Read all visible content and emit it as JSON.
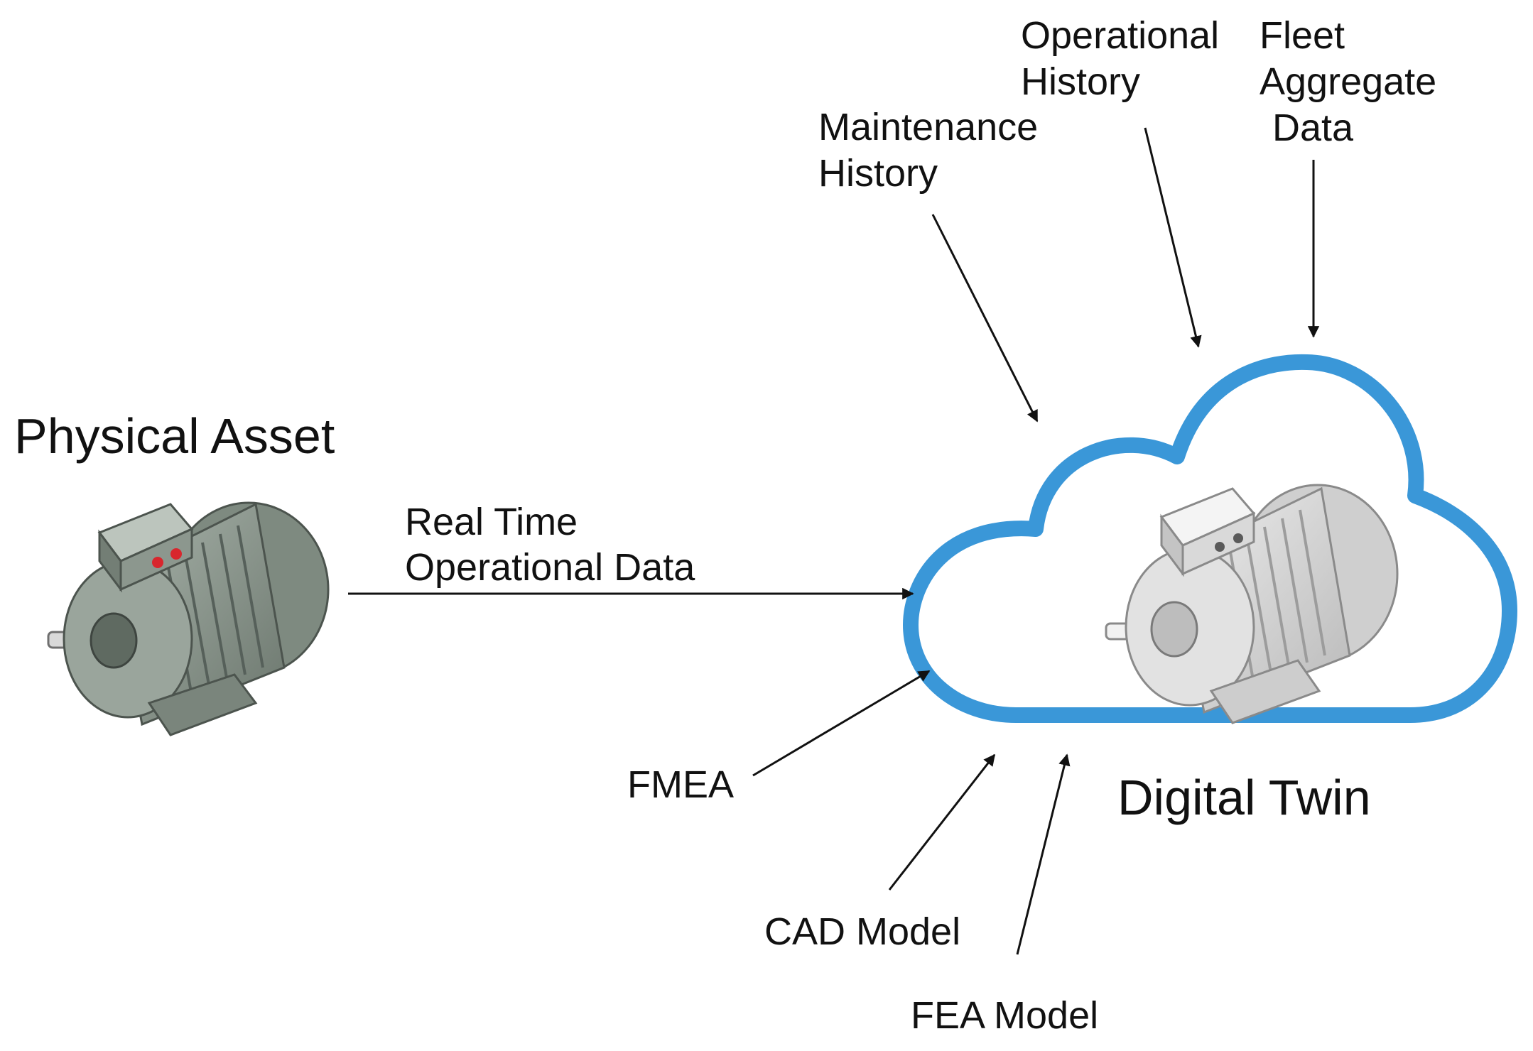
{
  "colors": {
    "cloud_outline": "#3a97d8",
    "arrow": "#111111",
    "text": "#111111",
    "physical_motor": "#8d9a8f",
    "digital_motor": "#d4d4d4"
  },
  "icons": {
    "physical_asset": "electric-motor-icon",
    "digital_twin": "electric-motor-icon"
  },
  "physical_asset": {
    "title": "Physical Asset"
  },
  "digital_twin": {
    "title": "Digital Twin"
  },
  "inputs": {
    "real_time": {
      "line1": "Real Time",
      "line2": "Operational Data"
    },
    "maintenance_history": {
      "line1": "Maintenance",
      "line2": "History"
    },
    "operational_history": {
      "line1": "Operational",
      "line2": "History"
    },
    "fleet_aggregate": {
      "line1": "Fleet",
      "line2": "Aggregate",
      "line3": "Data"
    },
    "fmea": {
      "line1": "FMEA"
    },
    "cad_model": {
      "line1": "CAD Model"
    },
    "fea_model": {
      "line1": "FEA Model"
    }
  }
}
